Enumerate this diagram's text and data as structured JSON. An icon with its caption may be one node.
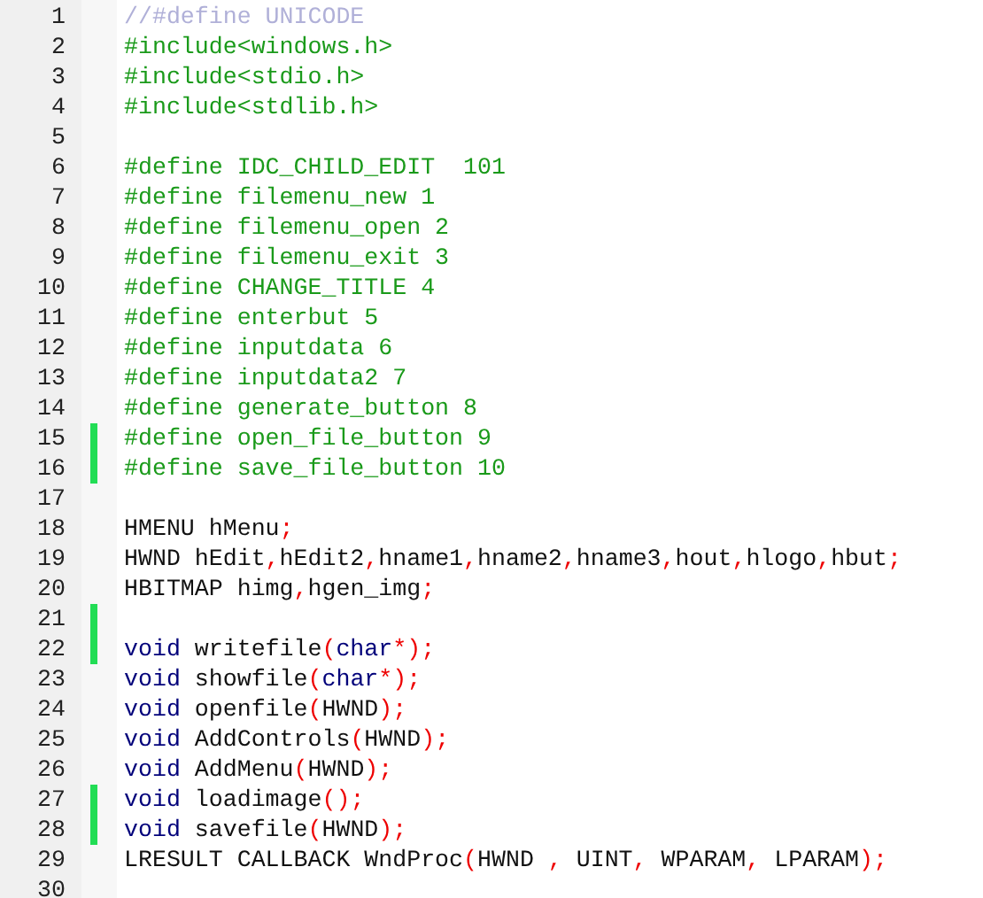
{
  "diagram": {
    "labels": [
      "1",
      "//#define UNICODE",
      "2",
      "#include<windows.h>",
      "3",
      "#include<stdio.h>",
      "4",
      "#include<stdlib.h>",
      "5",
      "6",
      "#define IDC_CHILD_EDIT  101",
      "7",
      "#define filemenu_new 1",
      "8",
      "#define filemenu_open 2",
      "9",
      "#define filemenu_exit 3",
      "10",
      "#define CHANGE_TITLE 4",
      "11",
      "#define enterbut 5",
      "12",
      "#define inputdata 6",
      "13",
      "#define inputdata2 7",
      "14",
      "#define generate_button 8",
      "15",
      "#define open_file_button 9",
      "16",
      "#define save_file_button 10",
      "17",
      "18",
      "HMENU hMenu;",
      "19",
      "HWND hEdit,hEdit2,hname1,hname2,hname3,hout,hlogo,hbut;",
      "20",
      "HBITMAP himg,hgen_img;",
      "21",
      "22",
      "void writefile(char*);",
      "23",
      "void showfile(char*);",
      "24",
      "void openfile(HWND);",
      "25",
      "void AddControls(HWND);",
      "26",
      "void AddMenu(HWND);",
      "27",
      "void loadimage();",
      "28",
      "void savefile(HWND);",
      "29",
      "LRESULT CALLBACK WndProc(HWND , UINT, WPARAM, LPARAM);",
      "30"
    ]
  }
}
